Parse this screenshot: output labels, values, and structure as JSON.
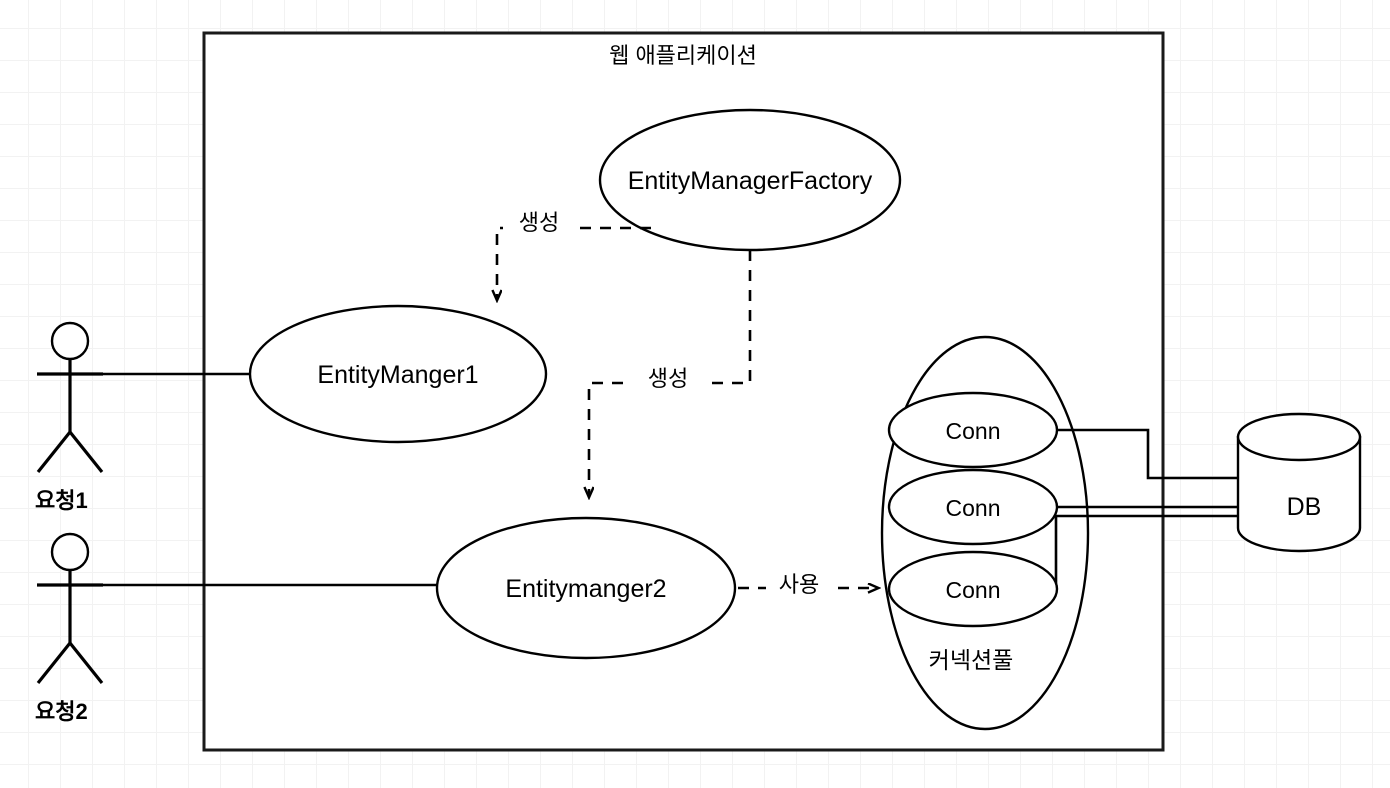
{
  "diagram": {
    "title": "웹 애플리케이션",
    "boundary_label": "웹 애플리케이션",
    "actors": [
      {
        "name": "요청1"
      },
      {
        "name": "요청2"
      }
    ],
    "nodes": {
      "factory": "EntityManagerFactory",
      "entity_manager_1": "EntityManger1",
      "entity_manager_2": "Entitymanger2",
      "pool_label": "커넥션풀",
      "connections": [
        "Conn",
        "Conn",
        "Conn"
      ],
      "database": "DB"
    },
    "edges": [
      {
        "id": "create-em1",
        "label": "생성",
        "style": "dashed",
        "from": "EntityManagerFactory",
        "to": "EntityManger1"
      },
      {
        "id": "create-em2",
        "label": "생성",
        "style": "dashed",
        "from": "EntityManagerFactory",
        "to": "Entitymanger2"
      },
      {
        "id": "use-conn",
        "label": "사용",
        "style": "dashed",
        "from": "Entitymanger2",
        "to": "Conn"
      },
      {
        "id": "actor1-em1",
        "label": "",
        "style": "solid",
        "from": "요청1",
        "to": "EntityManger1"
      },
      {
        "id": "actor2-em2",
        "label": "",
        "style": "solid",
        "from": "요청2",
        "to": "Entitymanger2"
      },
      {
        "id": "conn1-db",
        "label": "",
        "style": "solid",
        "from": "Conn",
        "to": "DB"
      },
      {
        "id": "conn2-db",
        "label": "",
        "style": "solid",
        "from": "Conn",
        "to": "DB"
      },
      {
        "id": "conn3-db",
        "label": "",
        "style": "solid",
        "from": "Conn",
        "to": "DB"
      }
    ],
    "colors": {
      "stroke": "#000000",
      "fill": "#ffffff",
      "grid_minor": "#f2f2f2",
      "grid_major": "#e8e8e8"
    }
  }
}
